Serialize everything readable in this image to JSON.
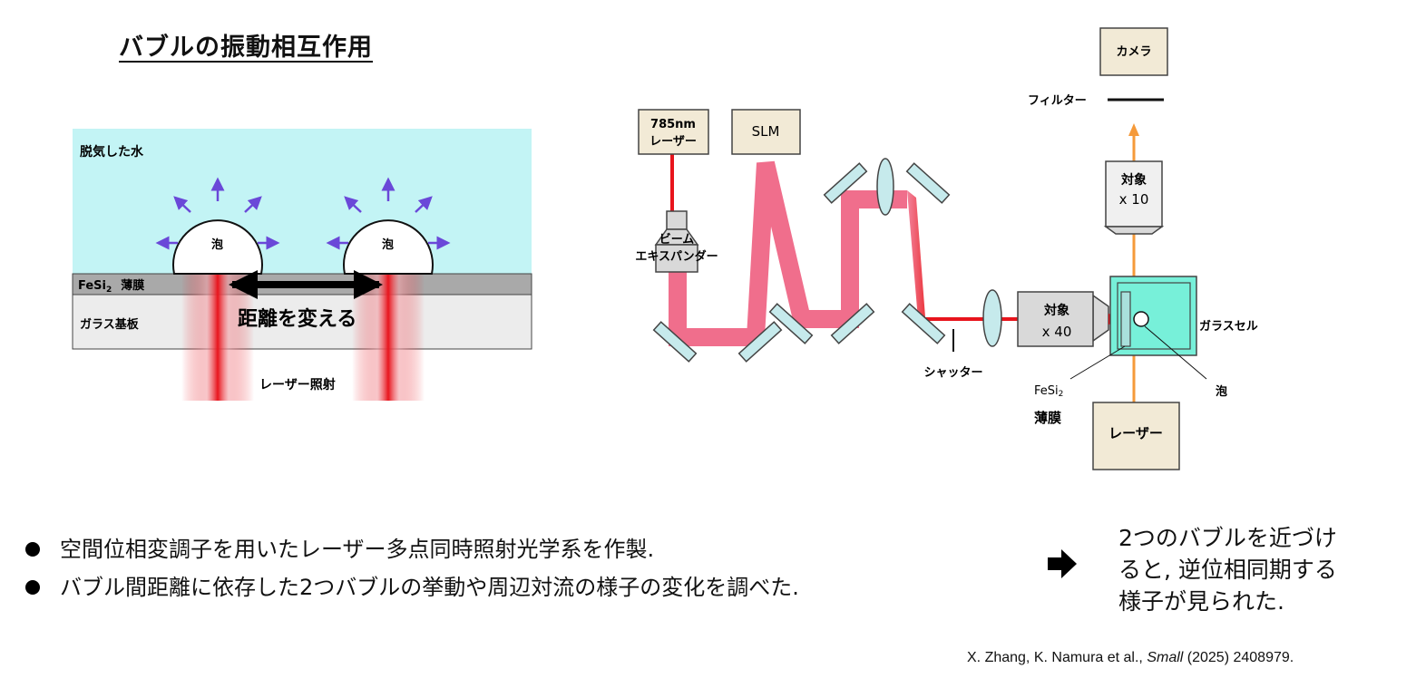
{
  "title": "バブルの振動相互作用",
  "left_diagram": {
    "water_label": "脱気した水",
    "bubble_label_1": "泡",
    "bubble_label_2": "泡",
    "film_label": "FeSi",
    "film_sub": "2",
    "film_label_2": "薄膜",
    "glass_label": "ガラス基板",
    "distance_label": "距離を変える",
    "laser_label": "レーザー照射"
  },
  "right_diagram": {
    "laser785_line1": "785nm",
    "laser785_line2": "レーザー",
    "slm": "SLM",
    "beam_expander_line1": "ビーム",
    "beam_expander_line2": "エキスパンダー",
    "shutter": "シャッター",
    "objective40_line1": "対象",
    "objective40_line2": "x 40",
    "glass_cell": "ガラスセル",
    "film_line1": "FeSi",
    "film_sub": "2",
    "film_line2": "薄膜",
    "bubble": "泡",
    "laser": "レーザー",
    "objective10_line1": "対象",
    "objective10_line2": "x 10",
    "filter": "フィルター",
    "camera": "カメラ"
  },
  "bullets": [
    "空間位相変調子を用いたレーザー多点同時照射光学系を作製.",
    "バブル間距離に依存した2つバブルの挙動や周辺対流の様子の変化を調べた."
  ],
  "conclusion": [
    "2つのバブルを近づけ",
    "ると, 逆位相同期する",
    "様子が見られた."
  ],
  "citation": {
    "authors": "X. Zhang, K. Namura et al., ",
    "journal": "Small",
    "rest": " (2025) 2408979."
  },
  "colors": {
    "water": "#c3f4f5",
    "film": "#a9a9a9",
    "glass": "#ececec",
    "laser_red": "#e8141c",
    "beam_pink": "#f06e8c",
    "mirror": "#c6eaec",
    "box_fill": "#f2ead6",
    "cell_fill": "#77f0d9",
    "orange": "#f59a3a",
    "arrow_purple": "#6a48d8"
  }
}
